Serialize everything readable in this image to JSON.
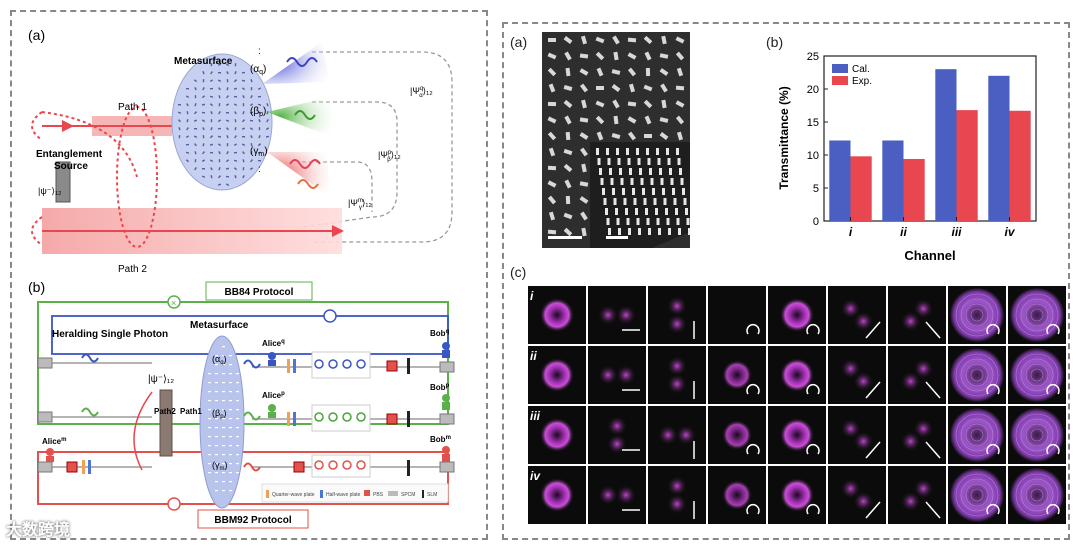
{
  "left_figure": {
    "panel_a": {
      "label": "(a)",
      "metasurface": "Metasurface",
      "alpha": "(α",
      "alpha_sub": "q",
      "beta": "(β",
      "beta_sub": "p",
      "gamma": "(γ",
      "gamma_sub": "m",
      "path1": "Path 1",
      "path2": "Path 2",
      "entanglement_source": [
        "Entanglement",
        "Source"
      ],
      "source_state": "|ψ⁻⟩₁₂",
      "psi_alpha": "|Ψ",
      "psi_alpha_sup": "q",
      "psi_alpha_sub": "α",
      "psi_alpha_tail": "⟩₁₂",
      "psi_beta": "|Ψ",
      "psi_beta_sup": "p",
      "psi_beta_sub": "β",
      "psi_beta_tail": "⟩₁₂",
      "psi_gamma": "|Ψ",
      "psi_gamma_sup": "m",
      "psi_gamma_sub": "γ",
      "psi_gamma_tail": "⟩₁₂",
      "dots": ":"
    },
    "panel_b": {
      "label": "(b)",
      "bb84": "BB84 Protocol",
      "bbm92": "BBM92 Protocol",
      "heralding": "Heralding Single Photon",
      "metasurface": "Metasurface",
      "state": "|ψ⁻⟩₁₂",
      "path1": "Path1",
      "path2": "Path2",
      "alice_q": "Alice",
      "alice_q_sup": "q",
      "alice_p": "Alice",
      "alice_p_sup": "p",
      "alice_m": "Alice",
      "alice_m_sup": "m",
      "bob_q": "Bob",
      "bob_q_sup": "q",
      "bob_p": "Bob",
      "bob_p_sup": "p",
      "bob_m": "Bob",
      "bob_m_sup": "m",
      "alpha": "(α",
      "alpha_sub": "q",
      "beta": "(β",
      "beta_sub": "p",
      "gamma": "(γ",
      "gamma_sub": "m",
      "legend": [
        "Quarter-wave plate",
        "Half-wave plate",
        "PBS",
        "SPCM",
        "SLM"
      ]
    }
  },
  "right_figure": {
    "panel_a_label": "(a)",
    "panel_b_label": "(b)",
    "panel_c_label": "(c)",
    "row_labels": [
      "i",
      "ii",
      "iii",
      "iv"
    ]
  },
  "chart_data": {
    "type": "bar",
    "categories": [
      "i",
      "ii",
      "iii",
      "iv"
    ],
    "series": [
      {
        "name": "Cal.",
        "values": [
          12.2,
          12.2,
          23.0,
          22.0
        ],
        "color": "#4a5fc1"
      },
      {
        "name": "Exp.",
        "values": [
          9.8,
          9.4,
          16.8,
          16.7
        ],
        "color": "#e8474f"
      }
    ],
    "xlabel": "Channel",
    "ylabel": "Transmittance (%)",
    "ylim": [
      0,
      25
    ],
    "yticks": [
      0,
      5,
      10,
      15,
      20,
      25
    ],
    "legend_position": "top-left",
    "grid": false
  },
  "watermark": "大数跨境",
  "colors": {
    "path_red": "#e8474f",
    "bb84_green": "#5bb04a",
    "bbm92_red": "#e2514b",
    "bb84_blue": "#3a56c5",
    "metasurface_blue": "#b8c4ec",
    "magenta": "#c23fc8"
  }
}
